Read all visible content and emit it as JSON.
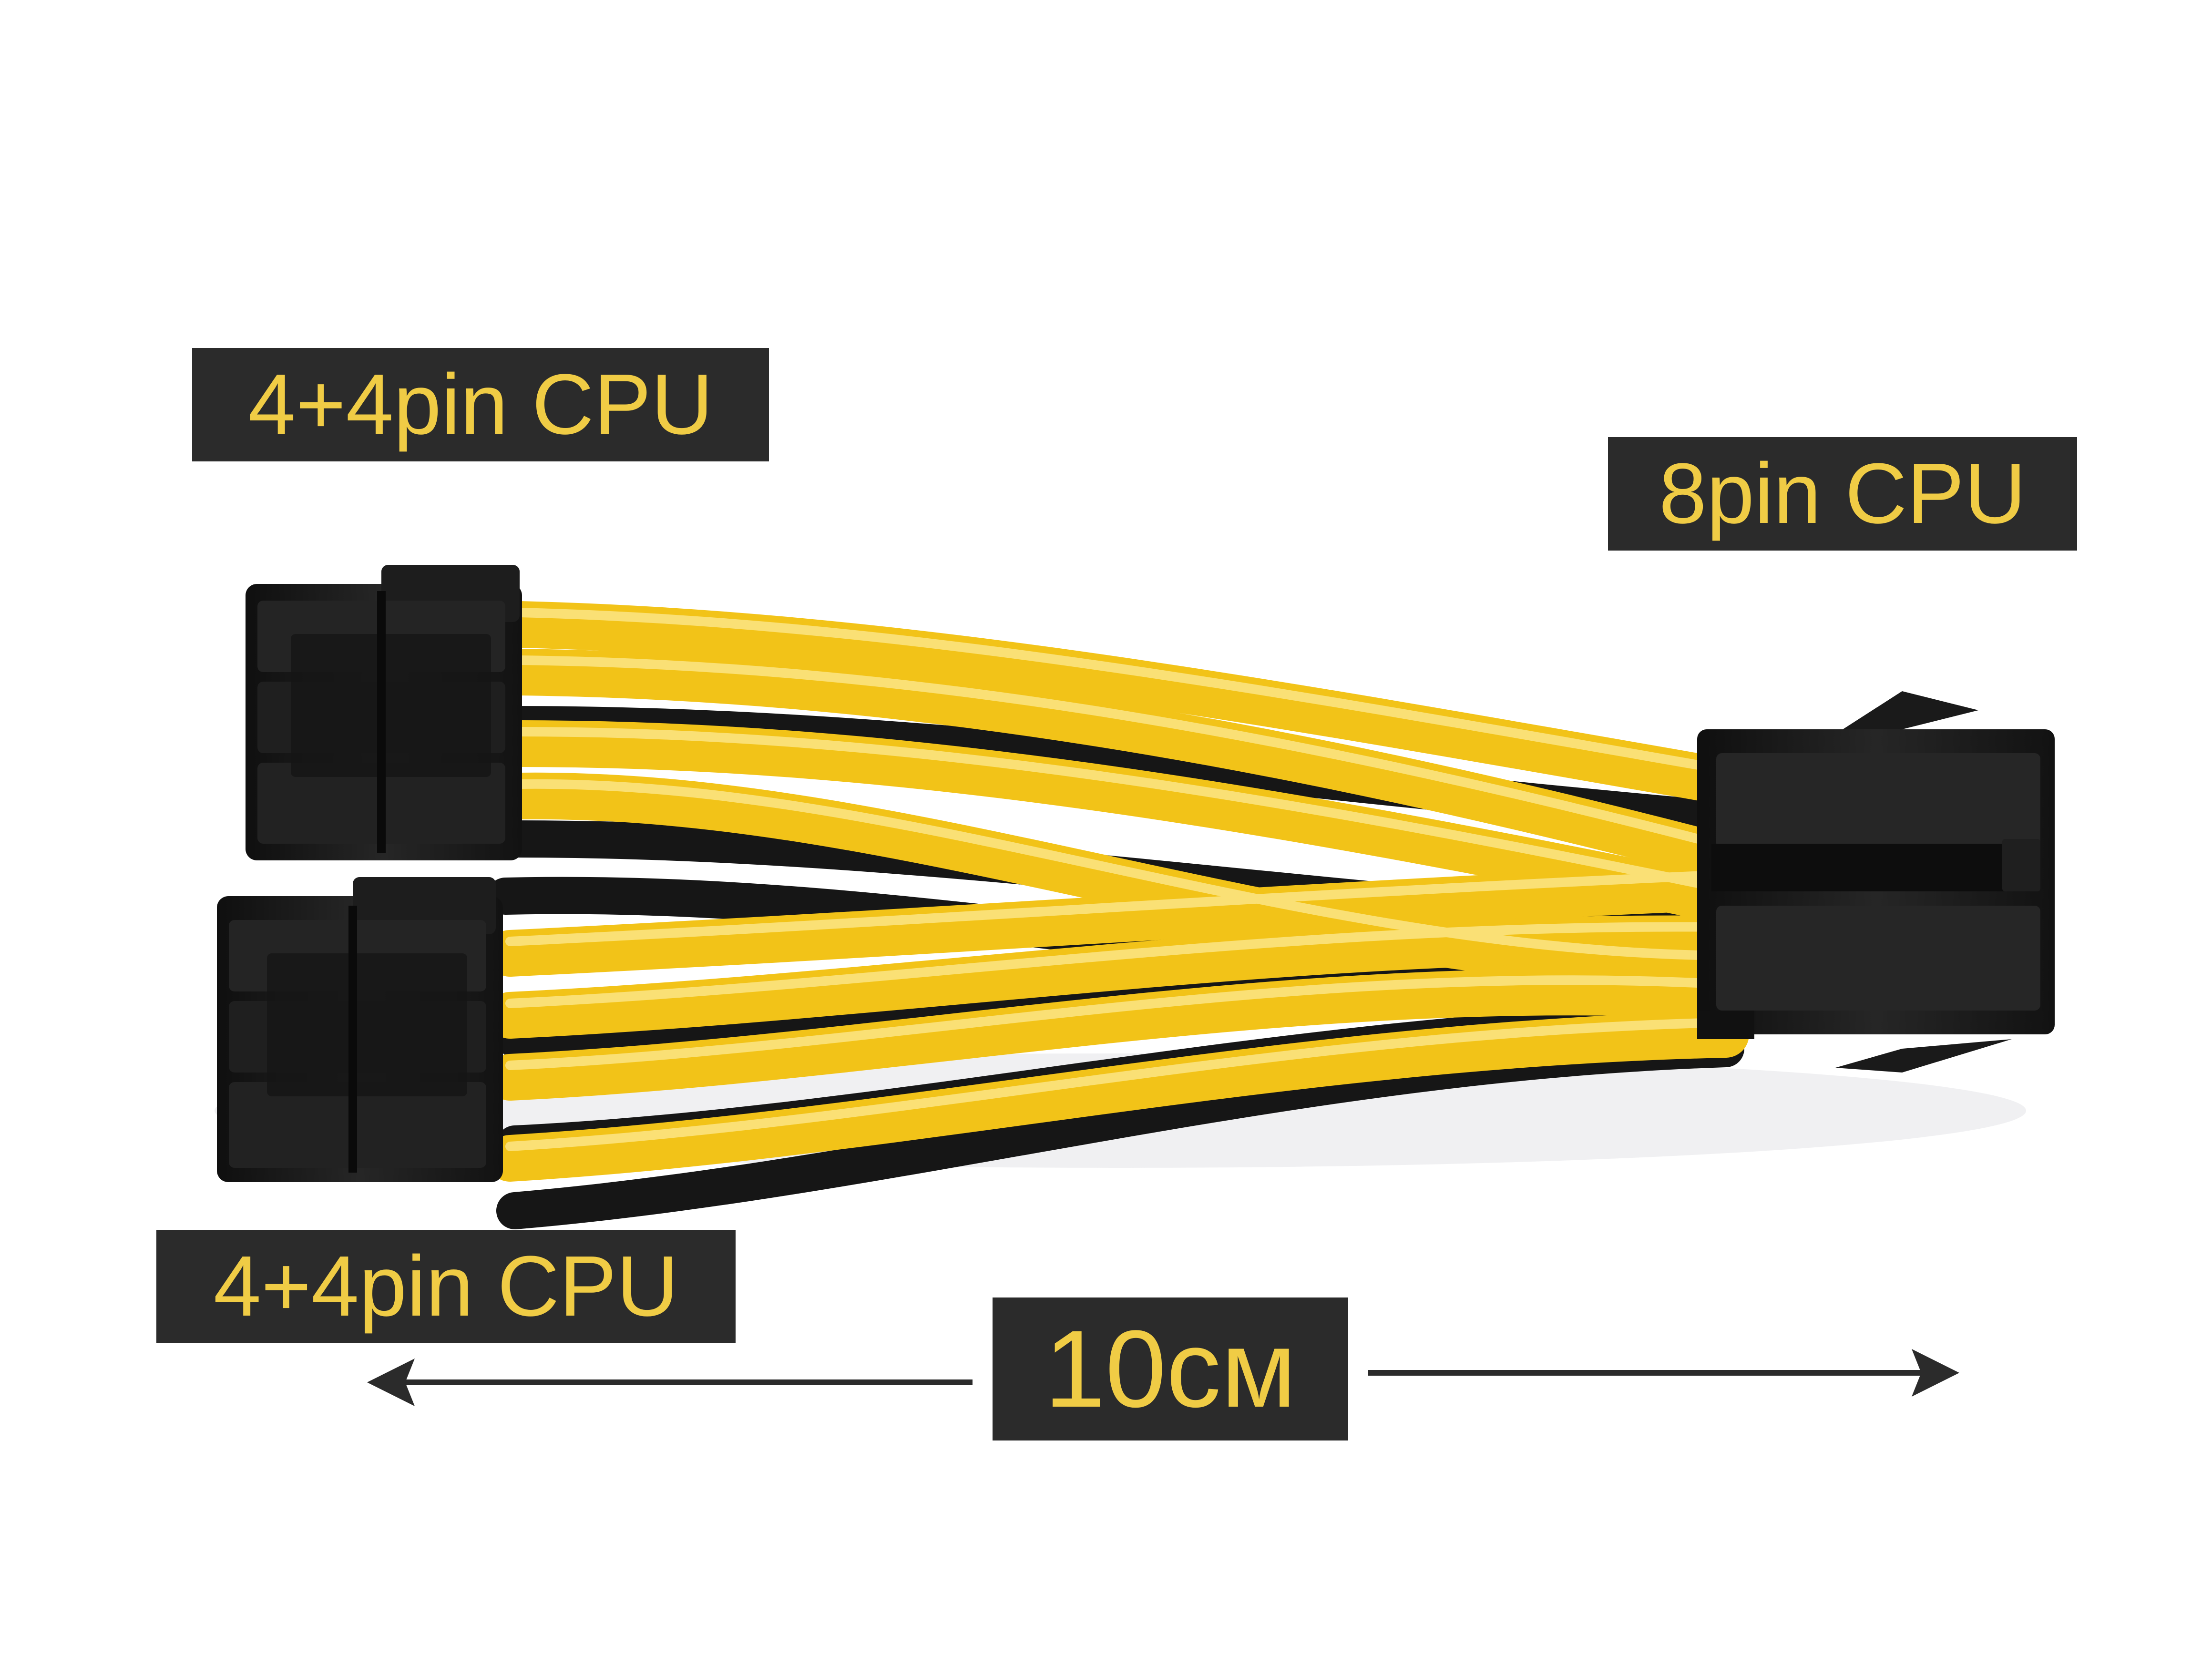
{
  "labels": {
    "top_left": "4+4pin CPU",
    "right": "8pin CPU",
    "bottom_left": "4+4pin CPU",
    "length": "10см"
  },
  "colors": {
    "wire_yellow": "#f2c318",
    "wire_black": "#161616",
    "connector_black": "#1a1a1a",
    "label_bg": "#2b2b2b",
    "label_text": "#f0cc45",
    "arrow": "#2b2b2b"
  }
}
